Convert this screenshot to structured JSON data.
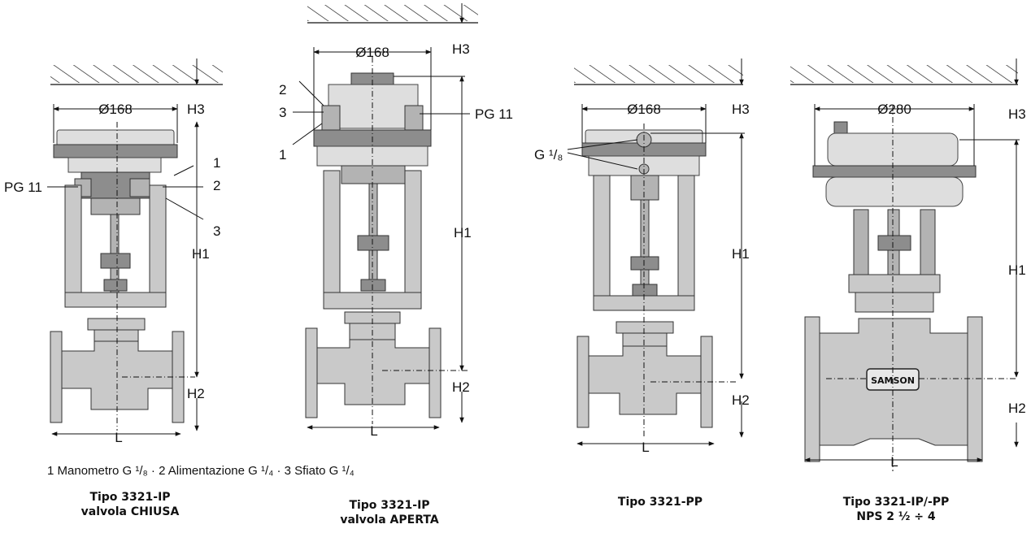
{
  "legend": "1  Manometro G ¹/₈ · 2 Alimentazione G ¹/₄ · 3 Sfiato G ¹/₄",
  "views": [
    {
      "caption": [
        "Tipo 3321-IP",
        "valvola CHIUSA"
      ],
      "diameter": "Ø168",
      "H1": "H1",
      "H2": "H2",
      "H3": "H3",
      "L": "L",
      "callouts": [
        "1",
        "2",
        "3"
      ],
      "port": "PG 11"
    },
    {
      "caption": [
        "Tipo 3321-IP",
        "valvola APERTA"
      ],
      "diameter": "Ø168",
      "H1": "H1",
      "H2": "H2",
      "H3": "H3",
      "L": "L",
      "callouts": [
        "2",
        "3",
        "1"
      ],
      "port": "PG 11"
    },
    {
      "caption": [
        "Tipo 3321-PP",
        ""
      ],
      "diameter": "Ø168",
      "H1": "H1",
      "H2": "H2",
      "H3": "H3",
      "L": "L",
      "gauge": "G ¹/₈"
    },
    {
      "caption": [
        "Tipo 3321-IP/-PP",
        "NPS 2 ½ ÷ 4"
      ],
      "diameter": "Ø280",
      "H1": "H1",
      "H2": "H2",
      "H3": "H3",
      "L": "L",
      "brand": "SAMSON"
    }
  ]
}
